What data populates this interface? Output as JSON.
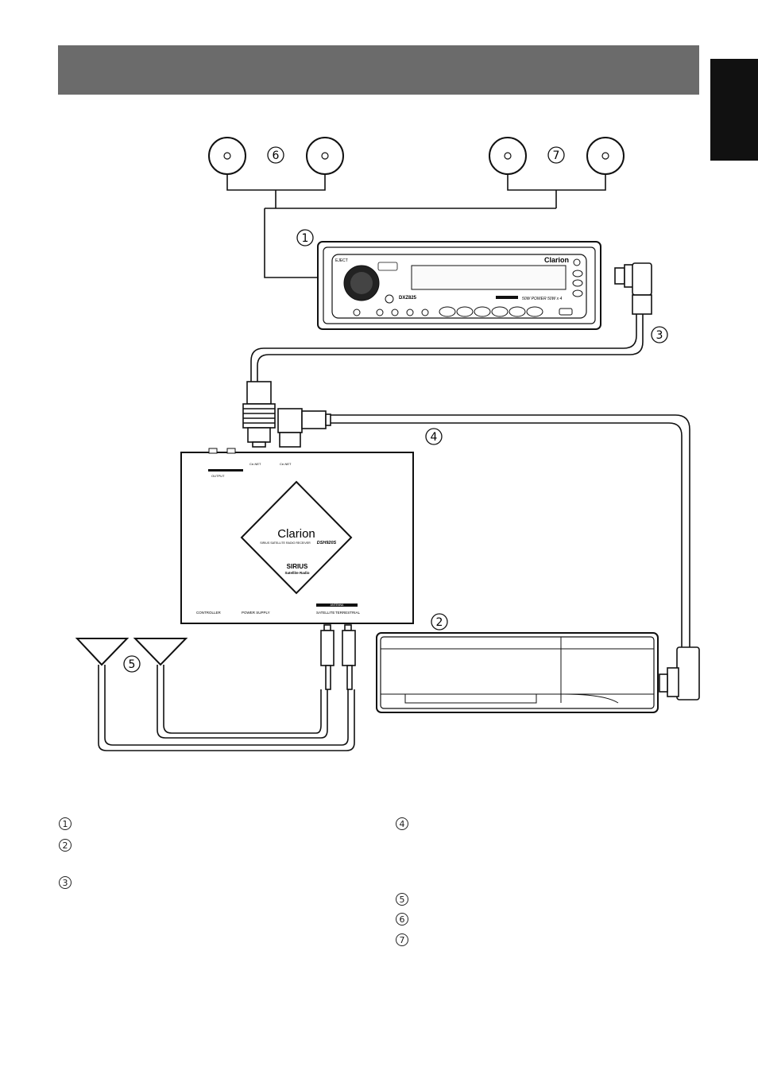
{
  "labels": {
    "l1": "1",
    "l2": "2",
    "l3": "3",
    "l4": "4",
    "l5": "5",
    "l6": "6",
    "l7": "7"
  },
  "head_unit": {
    "brand": "Clarion",
    "model": "DXZ825",
    "power": "50W POWER 50W x 4",
    "eject": "EJECT"
  },
  "tuner": {
    "brand": "Clarion",
    "subtitle": "SIRIUS SATELLITE RADIO RECEIVER",
    "model": "DSH920S",
    "sirius": "SIRIUS",
    "sirius_sub": "Satellite Radio",
    "port_controller": "CONTROLLER",
    "port_power": "POWER SUPPLY",
    "port_satellite": "SATELLITE",
    "port_terrestrial": "TERRESTRIAL",
    "antenna_label": "ANTENNA",
    "output_label": "OUTPUT",
    "ce_net": "Ce-NET"
  }
}
